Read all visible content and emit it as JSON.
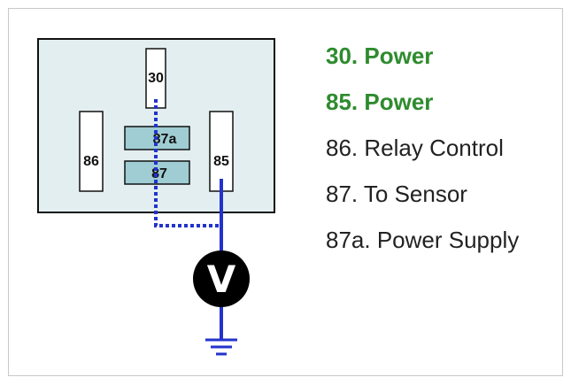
{
  "pins": {
    "p30": "30",
    "p86": "86",
    "p87a": "87a",
    "p87": "87",
    "p85": "85"
  },
  "meter": {
    "symbol": "V"
  },
  "legend": [
    {
      "text": "30. Power",
      "highlight": true
    },
    {
      "text": "85. Power",
      "highlight": true
    },
    {
      "text": "86. Relay Control",
      "highlight": false
    },
    {
      "text": "87. To Sensor",
      "highlight": false
    },
    {
      "text": "87a. Power Supply",
      "highlight": false
    }
  ],
  "colors": {
    "relay_body": "#e3eef0",
    "contact_fill": "#9fcdd3",
    "wire": "#2233cc",
    "legend_highlight": "#2e8b2e",
    "meter": "#000000"
  }
}
